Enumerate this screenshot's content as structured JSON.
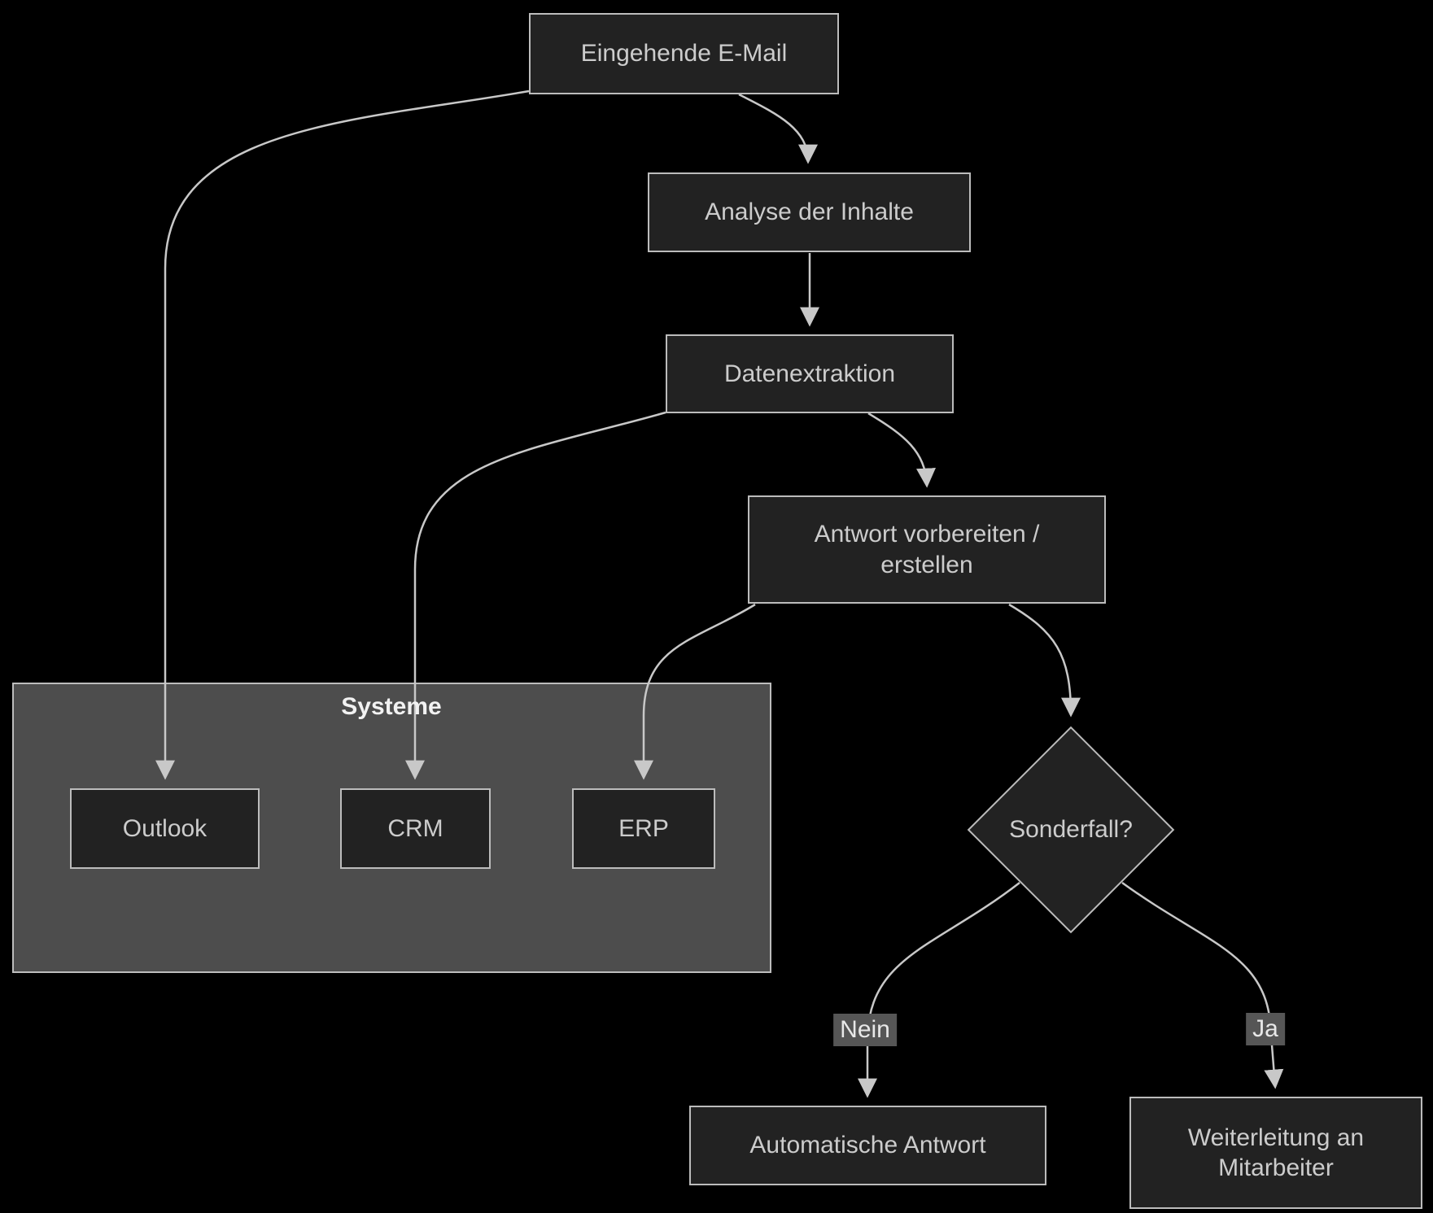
{
  "diagram": {
    "type": "flowchart",
    "background": "#000000",
    "subgraph": {
      "label": "Systeme"
    },
    "nodes": {
      "eingehende_email": {
        "label": "Eingehende E-Mail"
      },
      "analyse": {
        "label": "Analyse der Inhalte"
      },
      "datenextraktion": {
        "label": "Datenextraktion"
      },
      "antwort_vorbereiten": {
        "line1": "Antwort vorbereiten /",
        "line2": "erstellen"
      },
      "outlook": {
        "label": "Outlook"
      },
      "crm": {
        "label": "CRM"
      },
      "erp": {
        "label": "ERP"
      },
      "sonderfall": {
        "label": "Sonderfall?"
      },
      "automatische_antwort": {
        "label": "Automatische Antwort"
      },
      "weiterleitung": {
        "line1": "Weiterleitung an",
        "line2": "Mitarbeiter"
      }
    },
    "edge_labels": {
      "nein": "Nein",
      "ja": "Ja"
    },
    "edges": [
      "Eingehende E-Mail -> Analyse der Inhalte",
      "Eingehende E-Mail -> Outlook",
      "Analyse der Inhalte -> Datenextraktion",
      "Datenextraktion -> CRM",
      "Datenextraktion -> Antwort vorbereiten / erstellen",
      "Antwort vorbereiten / erstellen -> ERP",
      "Antwort vorbereiten / erstellen -> Sonderfall?",
      "Sonderfall? -> Nein -> Automatische Antwort",
      "Sonderfall? -> Ja -> Weiterleitung an Mitarbeiter"
    ],
    "colors": {
      "node_fill": "#222222",
      "node_border": "#bcbcbc",
      "node_text": "#cccccc",
      "cluster_fill": "#4d4d4d",
      "cluster_border": "#bdbdbd",
      "cluster_label": "#f2f2f2",
      "edge": "#c8c8c8",
      "edge_label_bg": "#565656",
      "edge_label_text": "#e8e8e8"
    }
  }
}
